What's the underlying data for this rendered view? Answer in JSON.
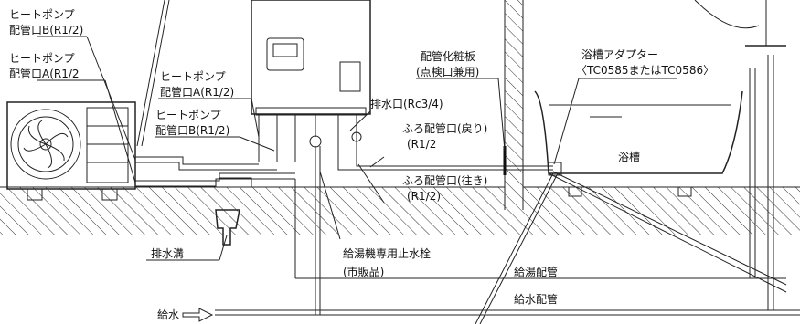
{
  "labels": {
    "hp_b_top_line1": "ヒートポンプ",
    "hp_b_top_line2": "配管口B(R1/2)",
    "hp_a_left_line1": "ヒートポンプ",
    "hp_a_left_line2": "配管口A(R1/2",
    "hp_a_mid_line1": "ヒートポンプ",
    "hp_a_mid_line2": "配管口A(R1/2)",
    "hp_b_mid_line1": "ヒートポンプ",
    "hp_b_mid_line2": "配管口B(R1/2)",
    "cover_line1": "配管化粧板",
    "cover_line2": "(点検口兼用)",
    "adapter_line1": "浴槽アダプター",
    "adapter_line2": "〈TC0585またはTC0586〉",
    "drain_port": "排水口(Rc3/4)",
    "bath_return_line1": "ふろ配管口(戻り)",
    "bath_return_line2": "(R1/2",
    "bathtub": "浴槽",
    "bath_supply_line1": "ふろ配管口(往き)",
    "bath_supply_line2": "(R1/2)",
    "drain_ditch": "排水溝",
    "stop_valve_line1": "給湯機専用止水栓",
    "stop_valve_line2": "(市販品)",
    "hot_water_pipe": "給湯配管",
    "water_pipe": "給水配管",
    "water_supply_in": "給水"
  },
  "colors": {
    "line": "#222222",
    "background": "#ffffff"
  }
}
